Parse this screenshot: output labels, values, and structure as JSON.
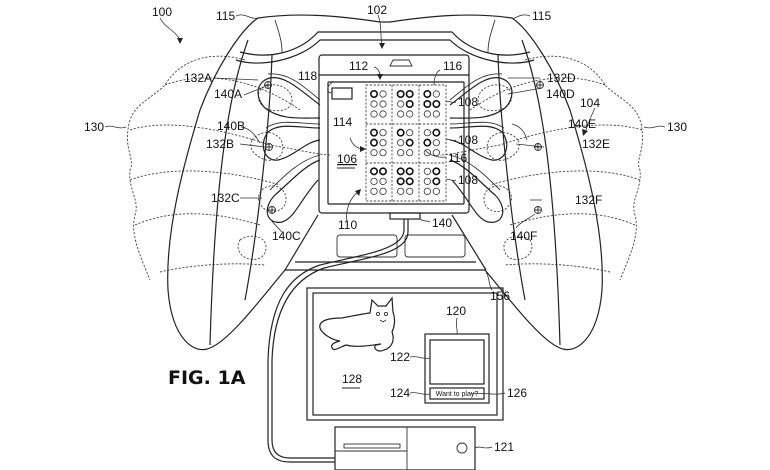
{
  "figure": {
    "title": "FIG. 1A",
    "reference_labels": {
      "system": "100",
      "display_device": "102",
      "controller": "104",
      "display_surface": "106",
      "braille_cell_rows": [
        "108",
        "108",
        "108"
      ],
      "tactile_area": "110",
      "arrow_112": "112",
      "arrow_114": "114",
      "trigger_left": "115",
      "trigger_right": "115",
      "pins_top": "116",
      "pins_mid": "116",
      "indicator": "118",
      "popup": "120",
      "console": "121",
      "popup_image": "122",
      "popup_text_box": "124",
      "popup_text_ref": "126",
      "screen_content": "128",
      "hand_left": "130",
      "hand_right": "130",
      "finger_contacts": [
        "132A",
        "132B",
        "132C",
        "132D",
        "132E",
        "132F"
      ],
      "sensors": [
        "140A",
        "140B",
        "140C",
        "140D",
        "140E",
        "140F"
      ],
      "connector": "140",
      "mount": "156"
    },
    "popup_message": "Want to play?",
    "braille_grid": {
      "rows": 3,
      "cols": 3,
      "raised_pins": [
        [
          [
            1,
            0,
            0,
            0,
            0,
            0
          ],
          [
            1,
            1,
            0,
            1,
            0,
            0
          ],
          [
            1,
            0,
            1,
            1,
            0,
            0
          ]
        ],
        [
          [
            1,
            0,
            1,
            0,
            0,
            0
          ],
          [
            1,
            0,
            0,
            1,
            0,
            0
          ],
          [
            0,
            1,
            1,
            0,
            0,
            0
          ]
        ],
        [
          [
            1,
            1,
            0,
            0,
            0,
            0
          ],
          [
            1,
            1,
            1,
            1,
            0,
            0
          ],
          [
            0,
            1,
            0,
            1,
            0,
            0
          ]
        ]
      ]
    }
  }
}
